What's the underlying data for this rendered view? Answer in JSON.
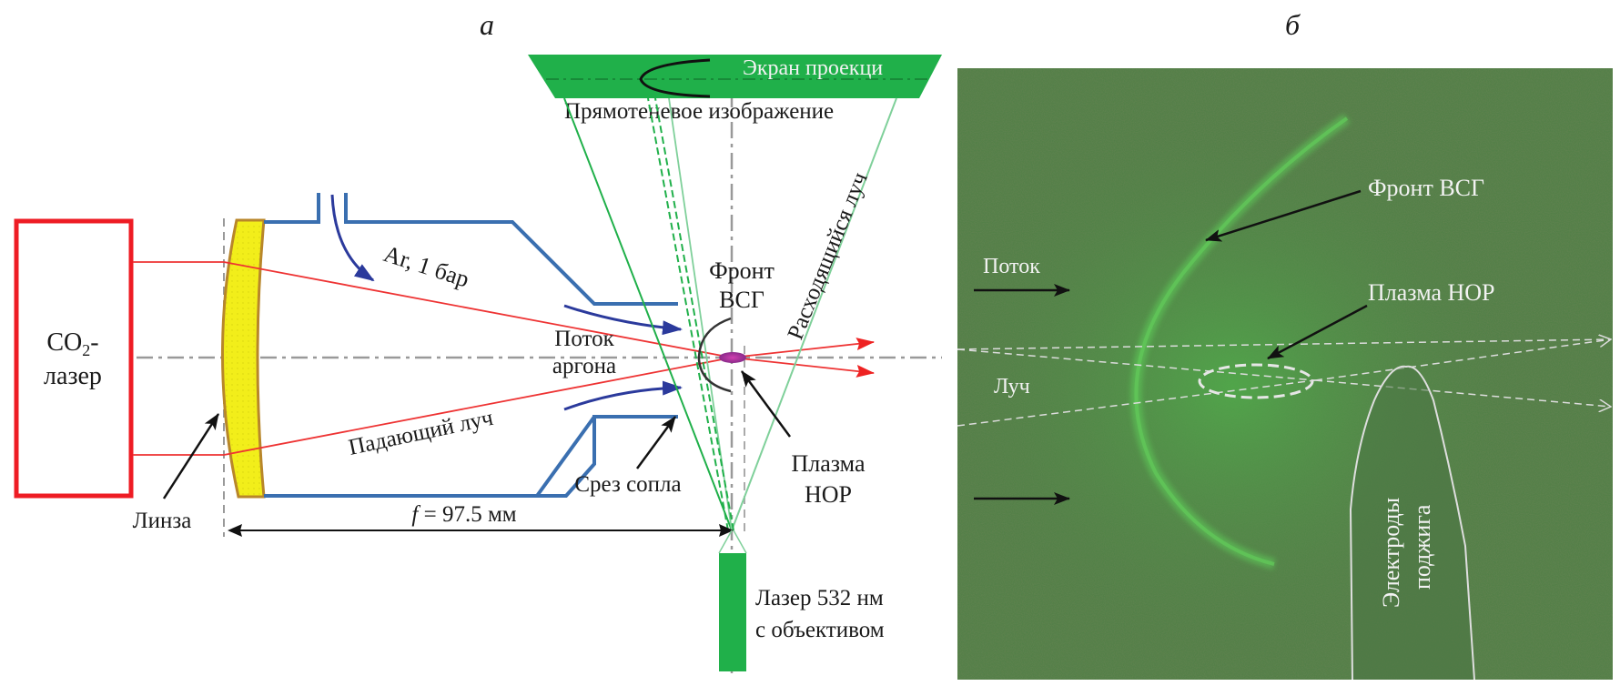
{
  "panels": {
    "a": {
      "letter": "а",
      "labels": {
        "co2_laser_line1": "CO",
        "co2_laser_sub": "2",
        "co2_laser_dash": "-",
        "co2_laser_line2": "лазер",
        "lens": "Линза",
        "ar_inlet": "Ar, 1 бар",
        "argon_flow_line1": "Поток",
        "argon_flow_line2": "аргона",
        "incident_beam": "Падающий луч",
        "nozzle_cut": "Срез сопла",
        "focal_length": "f = 97.5 мм",
        "focal_f": "f",
        "focal_rest": " = 97.5 мм",
        "shock_front_line1": "Фронт",
        "shock_front_line2": "ВСГ",
        "plasma_line1": "Плазма",
        "plasma_line2": "НОР",
        "diverging_beam": "Расходящийся луч",
        "projection_screen": "Экран проекци",
        "shadow_image": "Прямотеневое изображение",
        "probe_laser_line1": "Лазер 532 нм",
        "probe_laser_line2": "с объективом"
      }
    },
    "b": {
      "letter": "б",
      "labels": {
        "shock_front": "Фронт ВСГ",
        "flow": "Поток",
        "plasma": "Плазма НОР",
        "beam": "Луч",
        "electrodes_line1": "Электроды",
        "electrodes_line2": "поджига"
      }
    }
  },
  "colors": {
    "laser_box": "#ee1c24",
    "beam": "#ee3333",
    "nozzle": "#3a6fb0",
    "flow_arrow": "#2b3a9c",
    "lens_fill": "#f2ee1a",
    "lens_edge": "#b8862a",
    "probe_green": "#20b04a",
    "photo_bg": "#4e7f45",
    "plasma": "#b0309a"
  }
}
